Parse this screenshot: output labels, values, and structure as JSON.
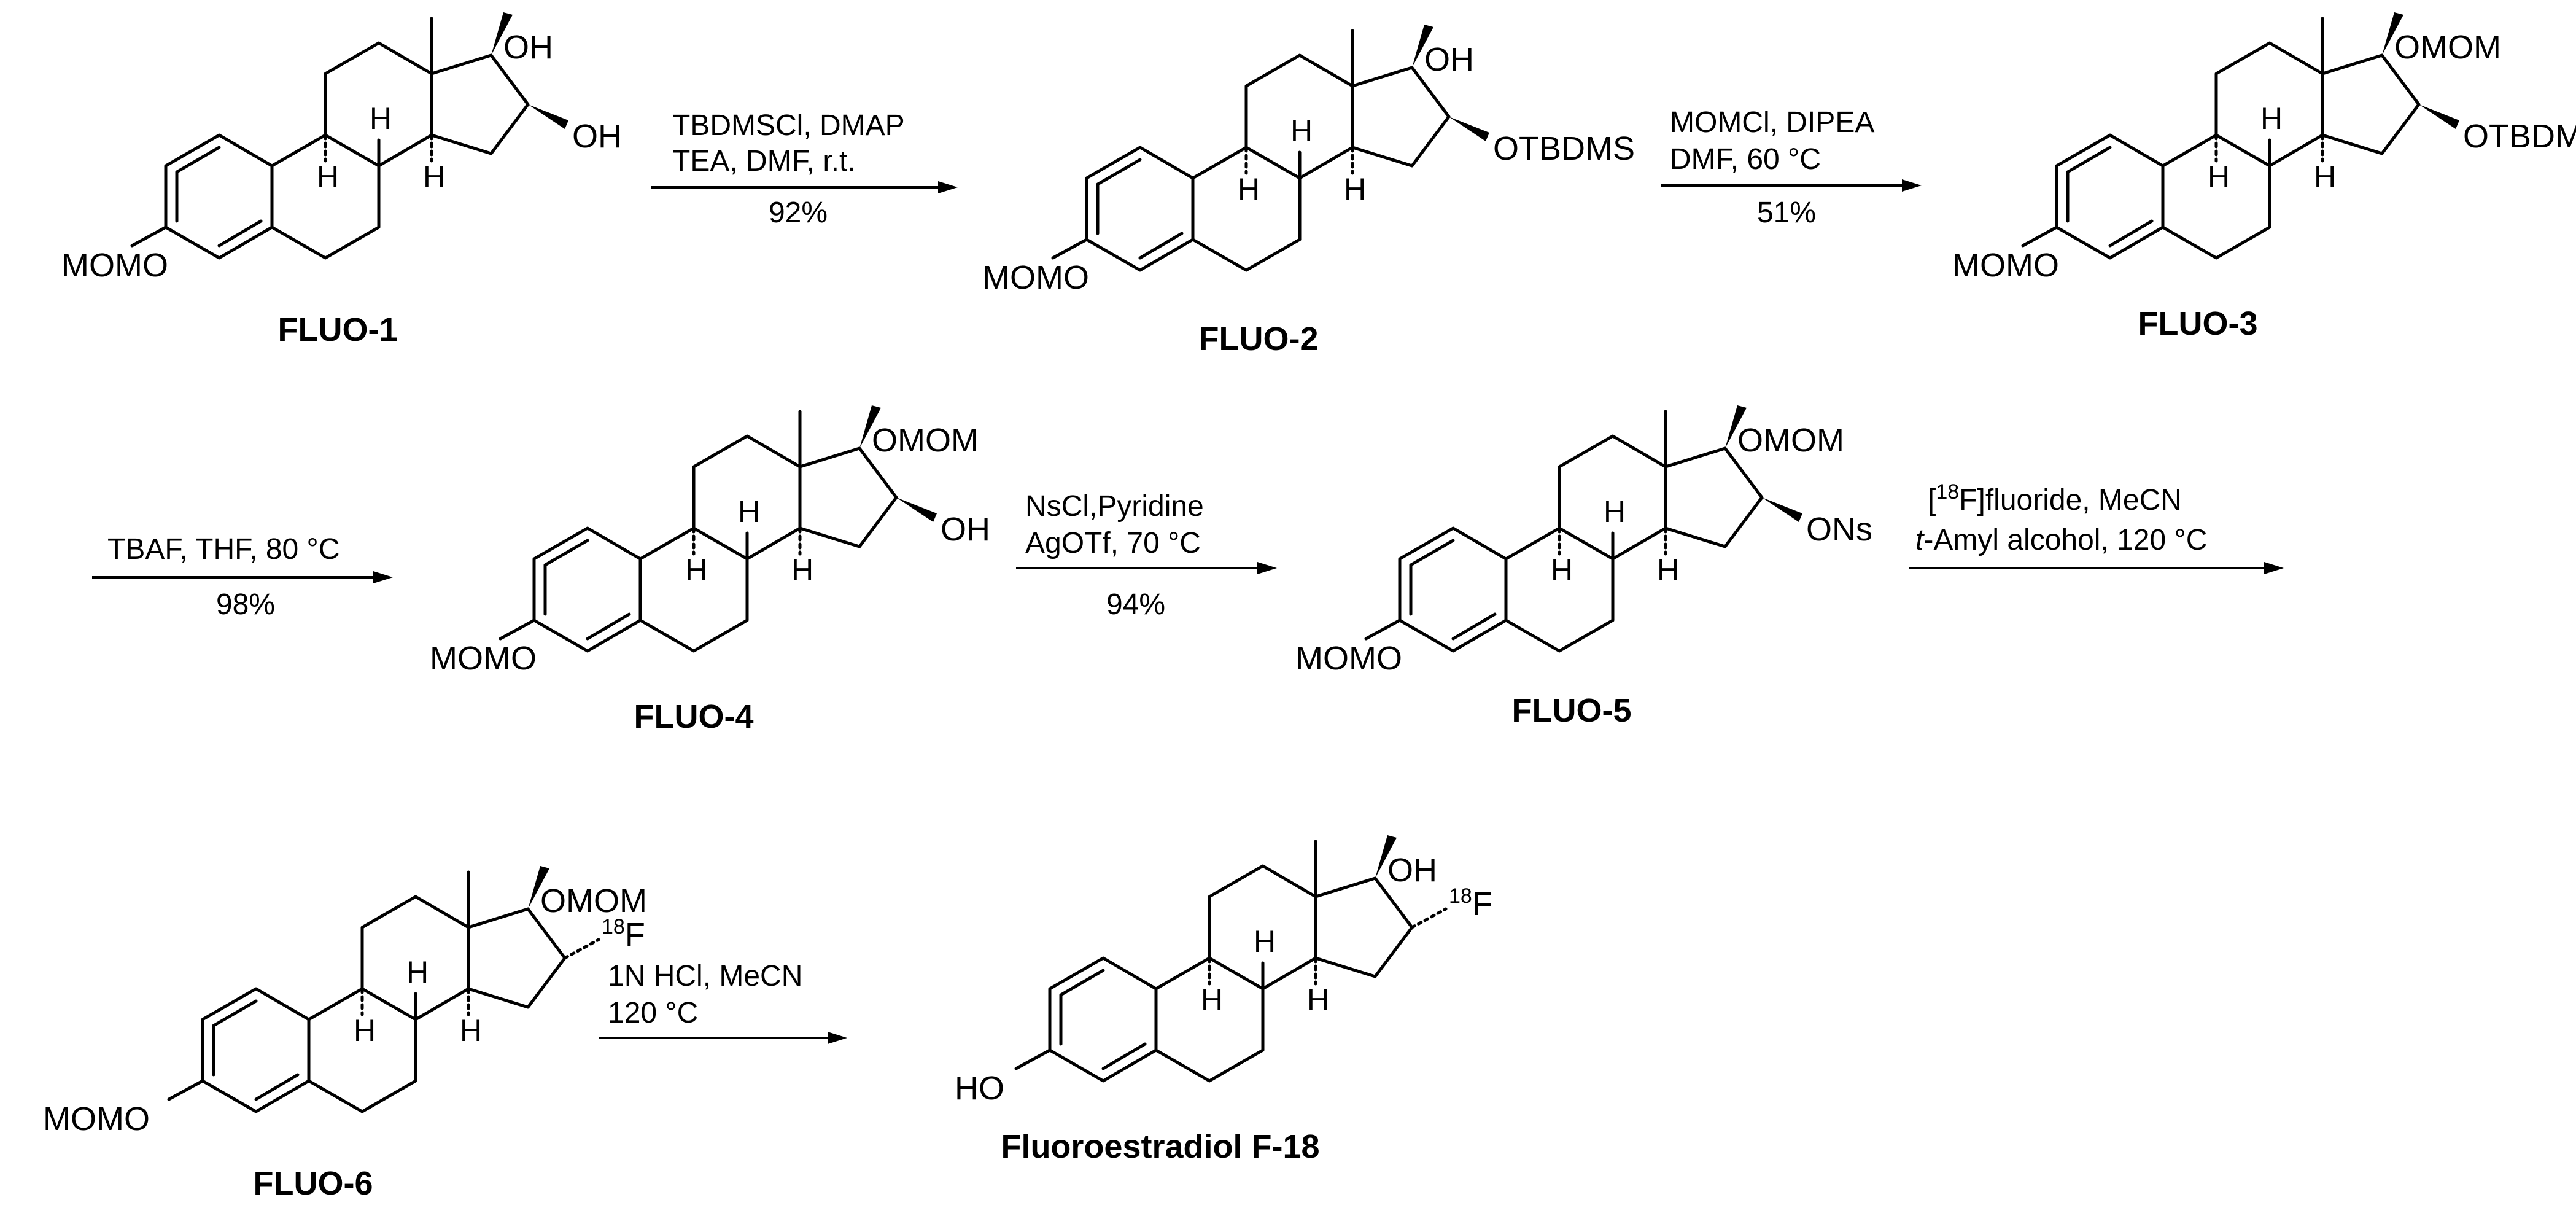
{
  "compounds": [
    {
      "name": "FLUO-1",
      "sub_top": "OH",
      "sub_side": "OH",
      "side_stereo": "wedge",
      "side_sup": "",
      "ring_sub": "MOMO"
    },
    {
      "name": "FLUO-2",
      "sub_top": "OH",
      "sub_side": "OTBDMS",
      "side_stereo": "wedge",
      "side_sup": "",
      "ring_sub": "MOMO"
    },
    {
      "name": "FLUO-3",
      "sub_top": "OMOM",
      "sub_side": "OTBDMS",
      "side_stereo": "wedge",
      "side_sup": "",
      "ring_sub": "MOMO"
    },
    {
      "name": "FLUO-4",
      "sub_top": "OMOM",
      "sub_side": "OH",
      "side_stereo": "wedge",
      "side_sup": "",
      "ring_sub": "MOMO"
    },
    {
      "name": "FLUO-5",
      "sub_top": "OMOM",
      "sub_side": "ONs",
      "side_stereo": "wedge",
      "side_sup": "",
      "ring_sub": "MOMO"
    },
    {
      "name": "FLUO-6",
      "sub_top": "OMOM",
      "sub_side": "F",
      "side_stereo": "hash",
      "side_sup": "18",
      "ring_sub": "MOMO"
    },
    {
      "name": "Fluoroestradiol F-18",
      "sub_top": "OH",
      "sub_side": "F",
      "side_stereo": "hash",
      "side_sup": "18",
      "ring_sub": "HO"
    }
  ],
  "h_label": "H",
  "steps": [
    {
      "line1": "TBDMSCl, DMAP",
      "line2": "TEA, DMF, r.t.",
      "yield": "92%"
    },
    {
      "line1": "MOMCl, DIPEA",
      "line2": "DMF, 60 °C",
      "yield": "51%"
    },
    {
      "line1": "TBAF, THF, 80 °C",
      "line2": "",
      "yield": "98%"
    },
    {
      "line1": "NsCl,Pyridine",
      "line2": "AgOTf, 70 °C",
      "yield": "94%"
    },
    {
      "line1_sup": "18",
      "line1_pre": "[",
      "line1_post": "F]fluoride, MeCN",
      "line2_italic": "t",
      "line2_rest": "-Amyl alcohol, 120 °C",
      "yield": ""
    },
    {
      "line1": "1N HCl, MeCN",
      "line2": "120 °C",
      "yield": ""
    }
  ]
}
